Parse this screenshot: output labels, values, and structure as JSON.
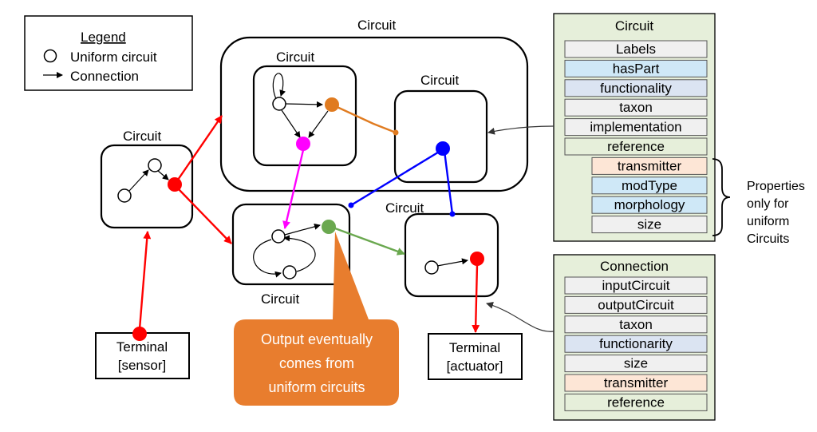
{
  "legend": {
    "title": "Legend",
    "uniform_circuit": "Uniform circuit",
    "connection": "Connection"
  },
  "circuit_label": "Circuit",
  "terminals": {
    "sensor_name": "Terminal",
    "sensor_type": "[sensor]",
    "actuator_name": "Terminal",
    "actuator_type": "[actuator]"
  },
  "callout": {
    "lines": [
      "Output eventually",
      "comes from",
      "uniform circuits"
    ]
  },
  "circuit_panel": {
    "title": "Circuit",
    "props": [
      "Labels",
      "hasPart",
      "functionality",
      "taxon",
      "implementation",
      "reference",
      "transmitter",
      "modType",
      "morphology",
      "size"
    ]
  },
  "connection_panel": {
    "title": "Connection",
    "props": [
      "inputCircuit",
      "outputCircuit",
      "taxon",
      "functionarity",
      "size",
      "transmitter",
      "reference"
    ]
  },
  "uniform_note": {
    "lines": [
      "Properties",
      "only for",
      "uniform",
      "Circuits"
    ]
  },
  "colors": {
    "red": "#ff0000",
    "orange": "#e07b20",
    "magenta": "#ff00ff",
    "blue": "#0000ff",
    "green": "#6aa84f",
    "callout": "#e87d2e",
    "panel_bg": "#e6efda",
    "prop_gray": "#f0f0f0",
    "prop_blue": "#cfe8f7",
    "prop_lavender": "#dbe4f2",
    "prop_peach": "#fde6d6",
    "prop_green": "#e6efda"
  }
}
